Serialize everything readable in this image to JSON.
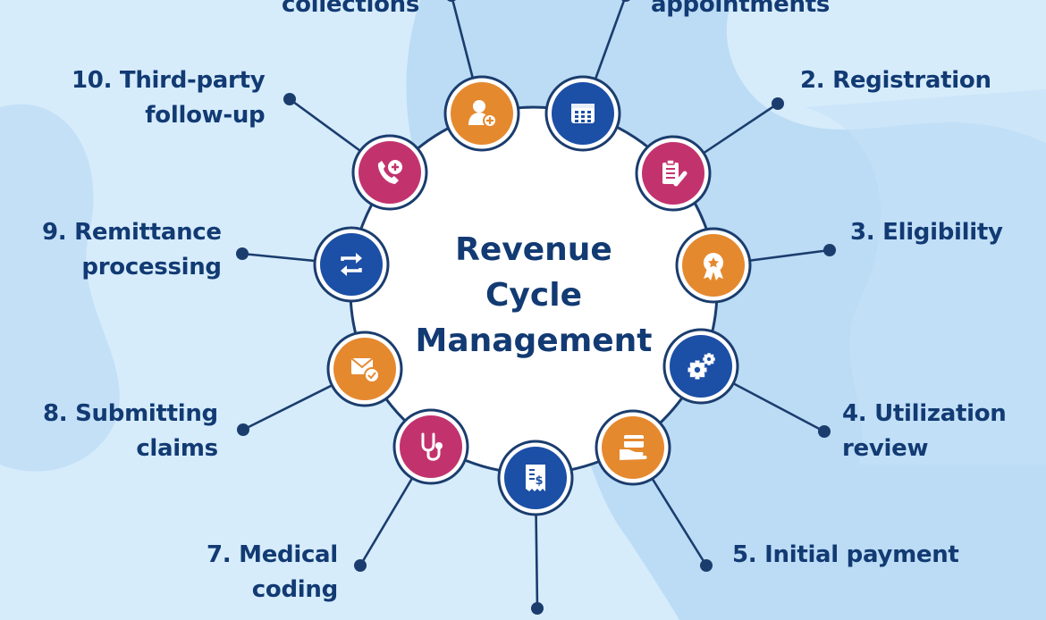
{
  "title_lines": [
    "Revenue",
    "Cycle",
    "Management"
  ],
  "steps": [
    {
      "lines": [
        "appointments"
      ],
      "icon": "calendar-icon",
      "color": "#1c4fa6"
    },
    {
      "lines": [
        "2. Registration"
      ],
      "icon": "clipboard-pen-icon",
      "color": "#c2336e"
    },
    {
      "lines": [
        "3. Eligibility"
      ],
      "icon": "award-ribbon-icon",
      "color": "#e5892f"
    },
    {
      "lines": [
        "4. Utilization",
        "review"
      ],
      "icon": "gears-icon",
      "color": "#1c4fa6"
    },
    {
      "lines": [
        "5. Initial payment"
      ],
      "icon": "card-in-hand-icon",
      "color": "#e5892f"
    },
    {
      "lines": [],
      "icon": "receipt-dollar-icon",
      "color": "#1c4fa6"
    },
    {
      "lines": [
        "7. Medical",
        "coding"
      ],
      "icon": "stethoscope-icon",
      "color": "#c2336e"
    },
    {
      "lines": [
        "8. Submitting",
        "claims"
      ],
      "icon": "envelope-check-icon",
      "color": "#e5892f"
    },
    {
      "lines": [
        "9. Remittance",
        "processing"
      ],
      "icon": "swap-arrows-icon",
      "color": "#1c4fa6"
    },
    {
      "lines": [
        "10. Third-party",
        "follow-up"
      ],
      "icon": "phone-plus-icon",
      "color": "#c2336e"
    },
    {
      "lines": [
        "collections"
      ],
      "icon": "user-plus-icon",
      "color": "#e5892f"
    }
  ],
  "colors": {
    "background": "#d6ecfb",
    "blob": "#bcdcf5",
    "navy": "#123a73",
    "connector": "#1b3d6e"
  }
}
